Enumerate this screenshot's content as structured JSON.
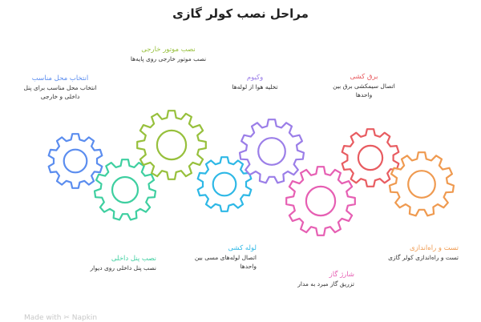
{
  "title": "مراحل نصب کولر گازی",
  "colors": {
    "blue": "#5b8def",
    "teal": "#3ecfa0",
    "olive": "#97c03c",
    "cyan": "#2eb8e6",
    "purple": "#9b7ee8",
    "pink": "#e65fb3",
    "red": "#e85c61",
    "orange": "#ef9a50"
  },
  "steps": [
    {
      "title": "انتخاب محل مناسب",
      "desc": "انتخاب محل مناسب برای پنل داخلی و خارجی",
      "color": "#5b8def"
    },
    {
      "title": "نصب پنل داخلی",
      "desc": "نصب پنل داخلی روی دیوار",
      "color": "#3ecfa0"
    },
    {
      "title": "نصب موتور خارجی",
      "desc": "نصب موتور خارجی روی پایه‌ها",
      "color": "#97c03c"
    },
    {
      "title": "لوله کشی",
      "desc": "اتصال لوله‌های مسی بین واحدها",
      "color": "#2eb8e6"
    },
    {
      "title": "وکیوم",
      "desc": "تخلیه هوا از لوله‌ها",
      "color": "#9b7ee8"
    },
    {
      "title": "شارژ گاز",
      "desc": "تزریق گاز مبرد به مدار",
      "color": "#e65fb3"
    },
    {
      "title": "برق کشی",
      "desc": "اتصال سیمکشی برق بین واحدها",
      "color": "#e85c61"
    },
    {
      "title": "تست و راه‌اندازی",
      "desc": "تست و راه‌اندازی کولر گازی",
      "color": "#ef9a50"
    }
  ],
  "watermark": "Made with ✂ Napkin"
}
